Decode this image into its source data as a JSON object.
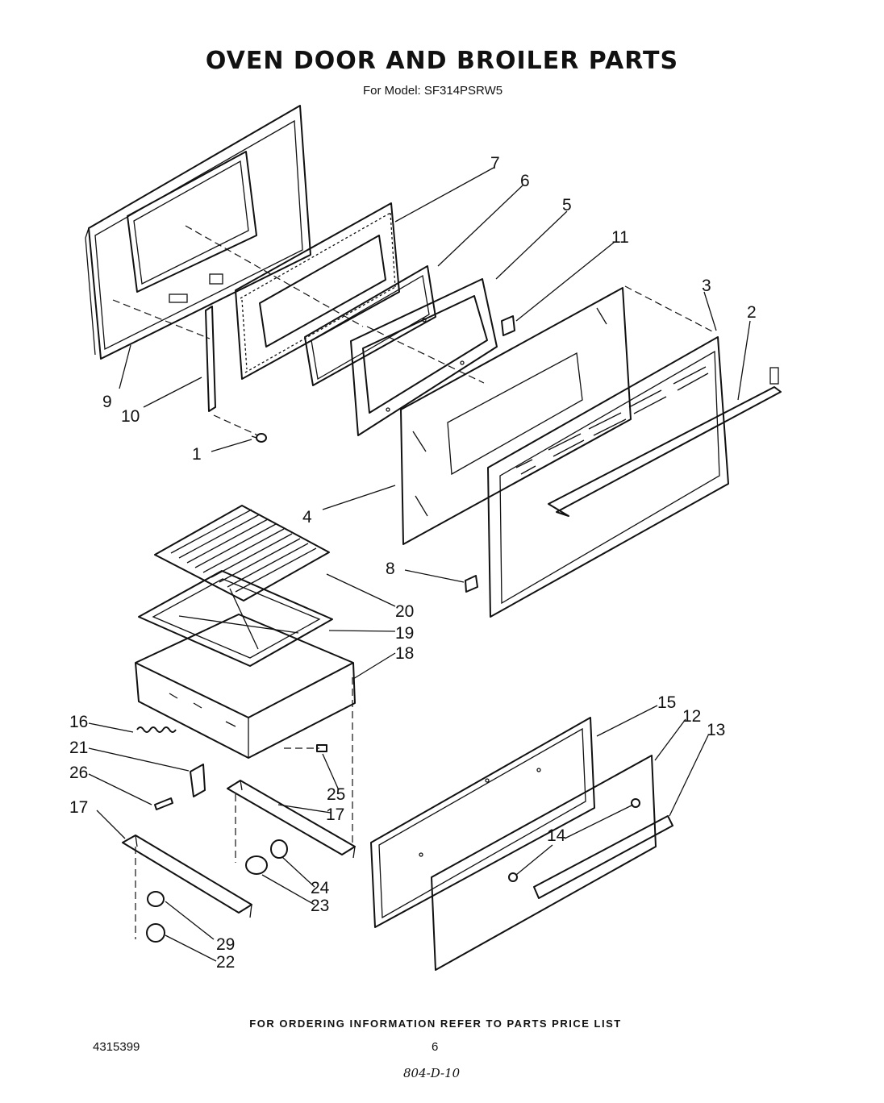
{
  "title": "OVEN DOOR AND BROILER PARTS",
  "subtitle": "For Model: SF314PSRW5",
  "footer_note": "FOR ORDERING INFORMATION REFER TO PARTS PRICE LIST",
  "doc_id": "4315399",
  "page_number": "6",
  "handwritten_note": "804-D-10",
  "callouts": [
    {
      "id": "c1",
      "label": "1"
    },
    {
      "id": "c2",
      "label": "2"
    },
    {
      "id": "c3",
      "label": "3"
    },
    {
      "id": "c4",
      "label": "4"
    },
    {
      "id": "c5",
      "label": "5"
    },
    {
      "id": "c6",
      "label": "6"
    },
    {
      "id": "c7",
      "label": "7"
    },
    {
      "id": "c8",
      "label": "8"
    },
    {
      "id": "c9",
      "label": "9"
    },
    {
      "id": "c10",
      "label": "10"
    },
    {
      "id": "c11",
      "label": "11"
    },
    {
      "id": "c12",
      "label": "12"
    },
    {
      "id": "c13",
      "label": "13"
    },
    {
      "id": "c14",
      "label": "14"
    },
    {
      "id": "c15",
      "label": "15"
    },
    {
      "id": "c16",
      "label": "16"
    },
    {
      "id": "c17a",
      "label": "17"
    },
    {
      "id": "c17b",
      "label": "17"
    },
    {
      "id": "c18",
      "label": "18"
    },
    {
      "id": "c19",
      "label": "19"
    },
    {
      "id": "c20",
      "label": "20"
    },
    {
      "id": "c21",
      "label": "21"
    },
    {
      "id": "c22",
      "label": "22"
    },
    {
      "id": "c23",
      "label": "23"
    },
    {
      "id": "c24",
      "label": "24"
    },
    {
      "id": "c25",
      "label": "25"
    },
    {
      "id": "c26",
      "label": "26"
    },
    {
      "id": "c29",
      "label": "29"
    }
  ]
}
